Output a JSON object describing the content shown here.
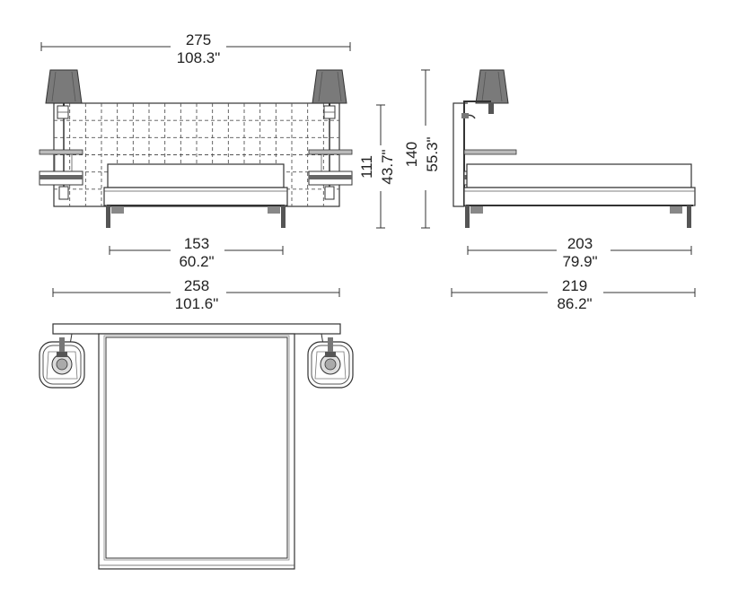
{
  "front_view": {
    "overall_width_cm": "275",
    "overall_width_in": "108.3\"",
    "headboard_height_cm": "111",
    "headboard_height_in": "43.7\"",
    "bed_width_cm": "153",
    "bed_width_in": "60.2\""
  },
  "side_view": {
    "lamp_height_cm": "140",
    "lamp_height_in": "55.3\"",
    "bed_length_cm": "203",
    "bed_length_in": "79.9\"",
    "overall_length_cm": "219",
    "overall_length_in": "86.2\""
  },
  "top_view": {
    "overall_width_cm": "258",
    "overall_width_in": "101.6\""
  }
}
